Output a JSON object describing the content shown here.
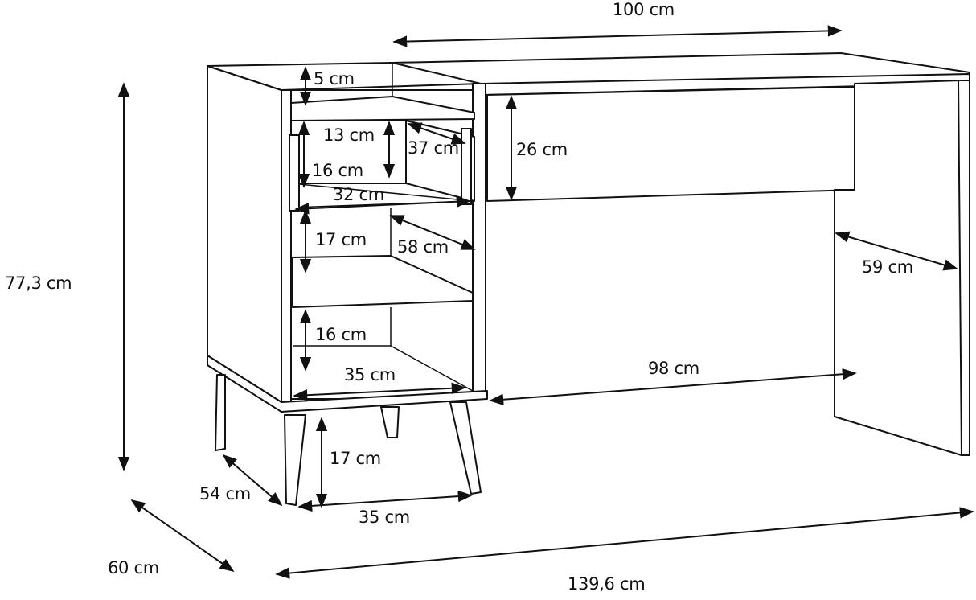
{
  "drawing": {
    "subject": "Desk with side cabinet — dimension drawing",
    "line_color": "#111111",
    "background": "#ffffff"
  },
  "dimensions": {
    "top_width": "100 cm",
    "total_height": "77,3 cm",
    "total_depth": "60 cm",
    "total_width": "139,6 cm",
    "top_gap": "5 cm",
    "drawer_inner_height": "13 cm",
    "drawer_depth": "37 cm",
    "drawer_front_height": "16 cm",
    "drawer_width": "32 cm",
    "apron_height": "26 cm",
    "shelf1_height": "17 cm",
    "cabinet_depth": "58 cm",
    "shelf2_height": "16 cm",
    "shelf_width": "35 cm",
    "knee_width": "98 cm",
    "side_panel_depth": "59 cm",
    "leg_height": "17 cm",
    "leg_depth": "54 cm",
    "leg_width": "35 cm"
  }
}
